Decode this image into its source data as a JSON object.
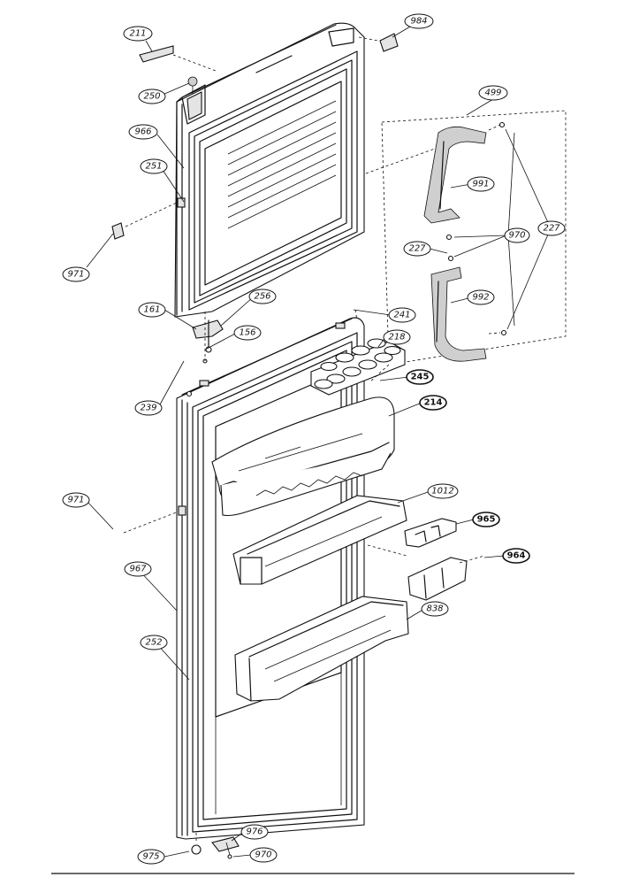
{
  "diagram": {
    "part_labels": {
      "p211": "211",
      "p984": "984",
      "p250": "250",
      "p966": "966",
      "p251": "251",
      "p499": "499",
      "p991": "991",
      "p970a": "970",
      "p227a": "227",
      "p227b": "227",
      "p992": "992",
      "p971a": "971",
      "p161": "161",
      "p256": "256",
      "p156": "156",
      "p241": "241",
      "p218": "218",
      "p245": "245",
      "p239": "239",
      "p214": "214",
      "p1012": "1012",
      "p971b": "971",
      "p965": "965",
      "p964": "964",
      "p967": "967",
      "p838": "838",
      "p252": "252",
      "p976": "976",
      "p975": "975",
      "p970b": "970"
    }
  }
}
